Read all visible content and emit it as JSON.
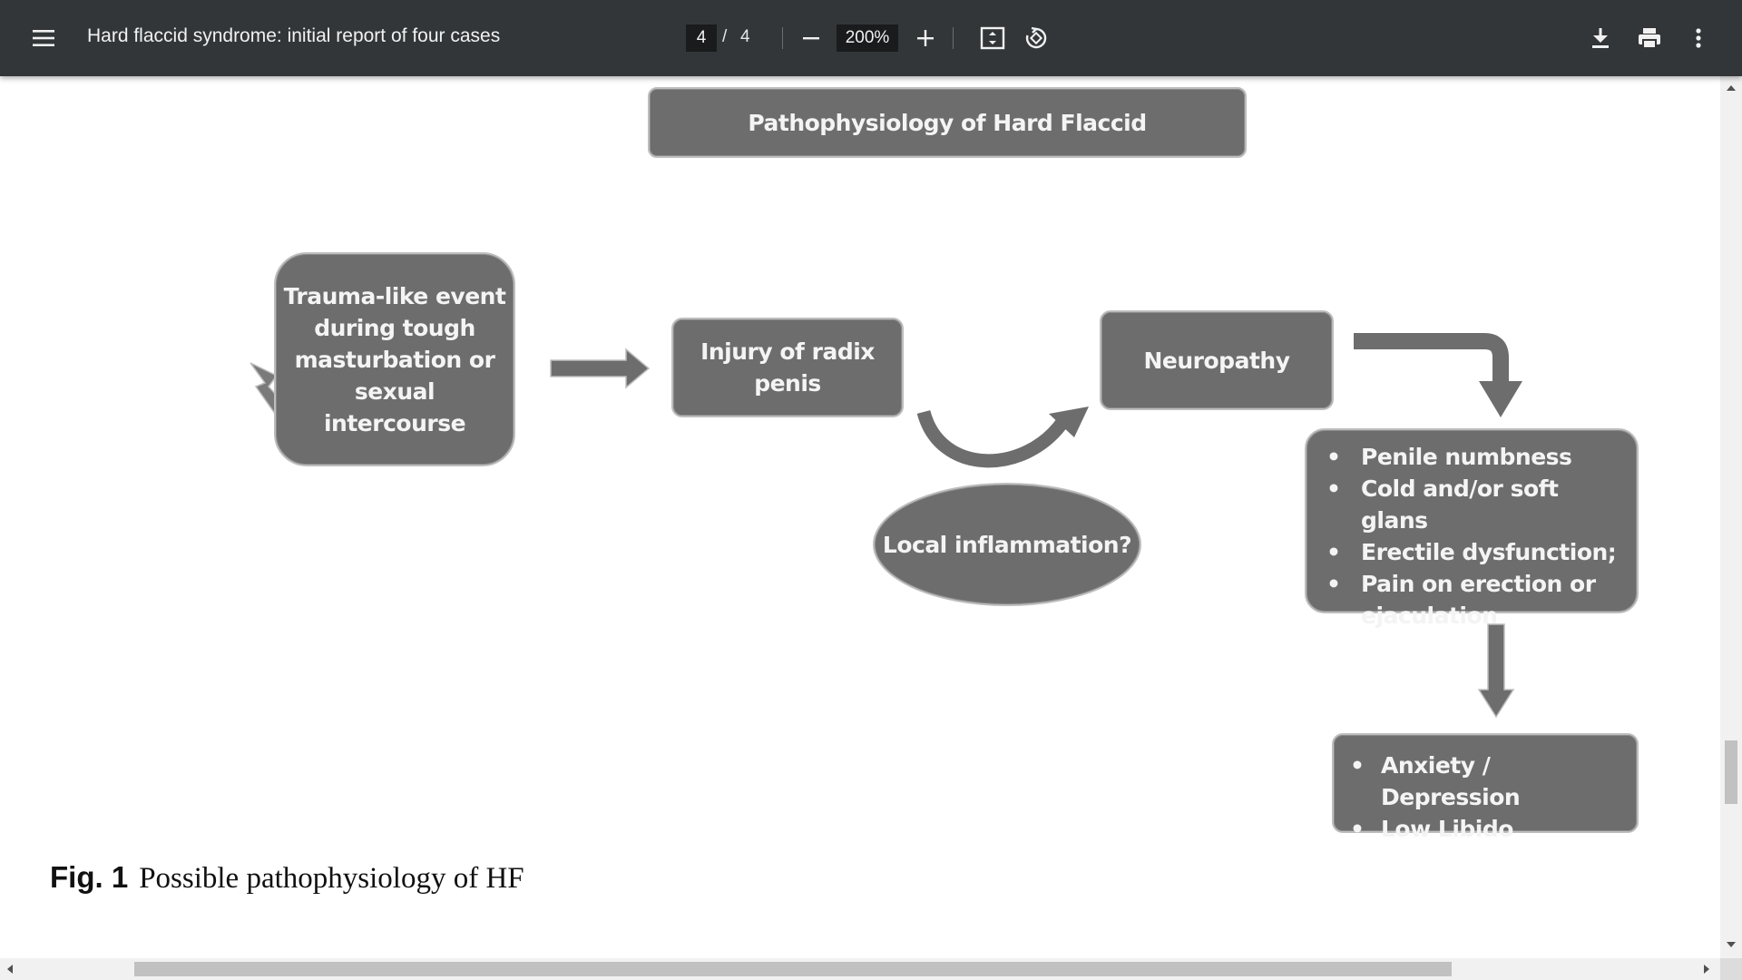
{
  "toolbar": {
    "title": "Hard flaccid syndrome: initial report of four cases",
    "page_current": "4",
    "page_separator": "/",
    "page_total": "4",
    "zoom": "200%",
    "icons": [
      "menu-icon",
      "zoom-out-icon",
      "zoom-in-icon",
      "fit-page-icon",
      "rotate-icon",
      "download-icon",
      "print-icon",
      "more-icon"
    ]
  },
  "figure": {
    "title": "Pathophysiology of Hard Flaccid",
    "trauma": "Trauma-like event during tough masturbation or sexual intercourse",
    "injury": "Injury of radix penis",
    "neuropathy": "Neuropathy",
    "inflammation": "Local inflammation?",
    "symptoms": [
      "Penile numbness",
      "Cold and/or soft glans",
      "Erectile dysfunction;",
      "Pain on erection or ejaculation"
    ],
    "mood": [
      "Anxiety / Depression",
      "Low Libido"
    ],
    "box_color": "#6d6d6d",
    "text_color": "#f4f4f4"
  },
  "caption": {
    "label": "Fig. 1",
    "text": "Possible pathophysiology of HF"
  },
  "colors": {
    "toolbar_bg": "#323639",
    "page_bg": "#ffffff",
    "scrollbar_thumb": "#c1c1c1"
  }
}
